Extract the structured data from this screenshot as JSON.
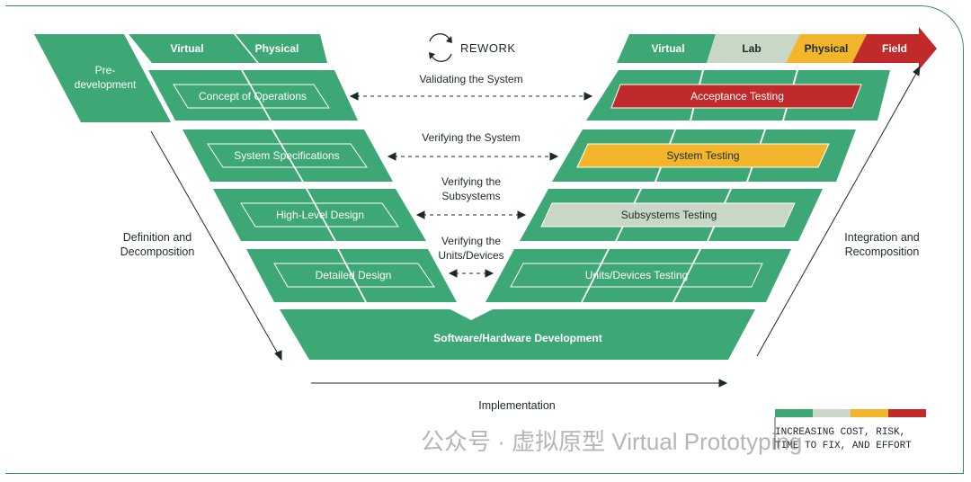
{
  "colors": {
    "green": "#3da776",
    "green_dark": "#2f8f63",
    "lab": "#c9d7c6",
    "physical": "#f2b52c",
    "field": "#c12a2a",
    "frame": "#3a8a6a"
  },
  "header_left": {
    "virtual": "Virtual",
    "physical": "Physical",
    "predevelopment": "Pre-\ndevelopment"
  },
  "header_right": {
    "virtual": "Virtual",
    "lab": "Lab",
    "physical": "Physical",
    "field": "Field"
  },
  "rework": {
    "label": "REWORK",
    "icon": "refresh-cycle-icon"
  },
  "left_stages": [
    "Concept of Operations",
    "System Specifications",
    "High-Level Design",
    "Detailed Design"
  ],
  "right_stages": [
    "Acceptance Testing",
    "System Testing",
    "Subsystems Testing",
    "Units/Devices Testing"
  ],
  "bottom_stage": "Software/Hardware Development",
  "middle_labels": [
    "Validating the System",
    "Verifying the System",
    "Verifying the\nSubsystems",
    "Verifying the\nUnits/Devices"
  ],
  "side_labels": {
    "left": "Definition and\nDecomposition",
    "right": "Integration and\nRecomposition",
    "bottom": "Implementation"
  },
  "legend": {
    "text": "INCREASING COST, RISK,\nTIME TO FIX, AND EFFORT"
  },
  "watermark": "公众号 · 虚拟原型 Virtual Prototyping"
}
